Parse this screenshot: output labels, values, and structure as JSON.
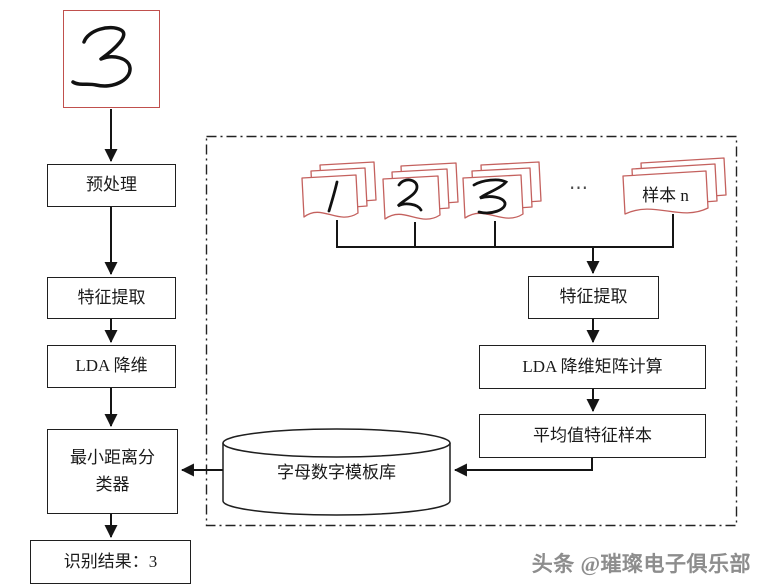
{
  "diagram": {
    "input_card": {
      "digit": "3"
    },
    "left_flow": {
      "preprocess": "预处理",
      "feature_extraction": "特征提取",
      "lda": "LDA 降维",
      "classifier": "最小距离分\n类器",
      "result": "识别结果：3"
    },
    "training": {
      "samples": [
        "1",
        "2",
        "3"
      ],
      "ellipsis": "⋯",
      "sample_n": "样本 n",
      "feature_extraction": "特征提取",
      "lda_matrix": "LDA 降维矩阵计算",
      "mean_feature": "平均值特征样本",
      "template_db": "字母数字模板库"
    },
    "watermark": "头条 @璀璨电子俱乐部",
    "colors": {
      "accent_red": "#c0504d",
      "line": "#1a1a1a",
      "watermark_gray": "#8d8d8d"
    }
  }
}
